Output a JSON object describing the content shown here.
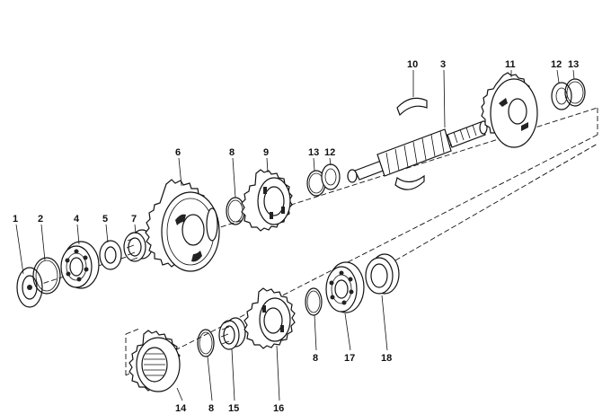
{
  "labels": {
    "p1": "1",
    "p2": "2",
    "p3": "3",
    "p4": "4",
    "p5": "5",
    "p6": "6",
    "p7": "7",
    "p8a": "8",
    "p9": "9",
    "p10": "10",
    "p11": "11",
    "p12a": "12",
    "p13a": "13",
    "p12b": "12",
    "p13b": "13",
    "p14": "14",
    "p8b": "8",
    "p15": "15",
    "p16": "16",
    "p8c": "8",
    "p17": "17",
    "p18": "18"
  }
}
